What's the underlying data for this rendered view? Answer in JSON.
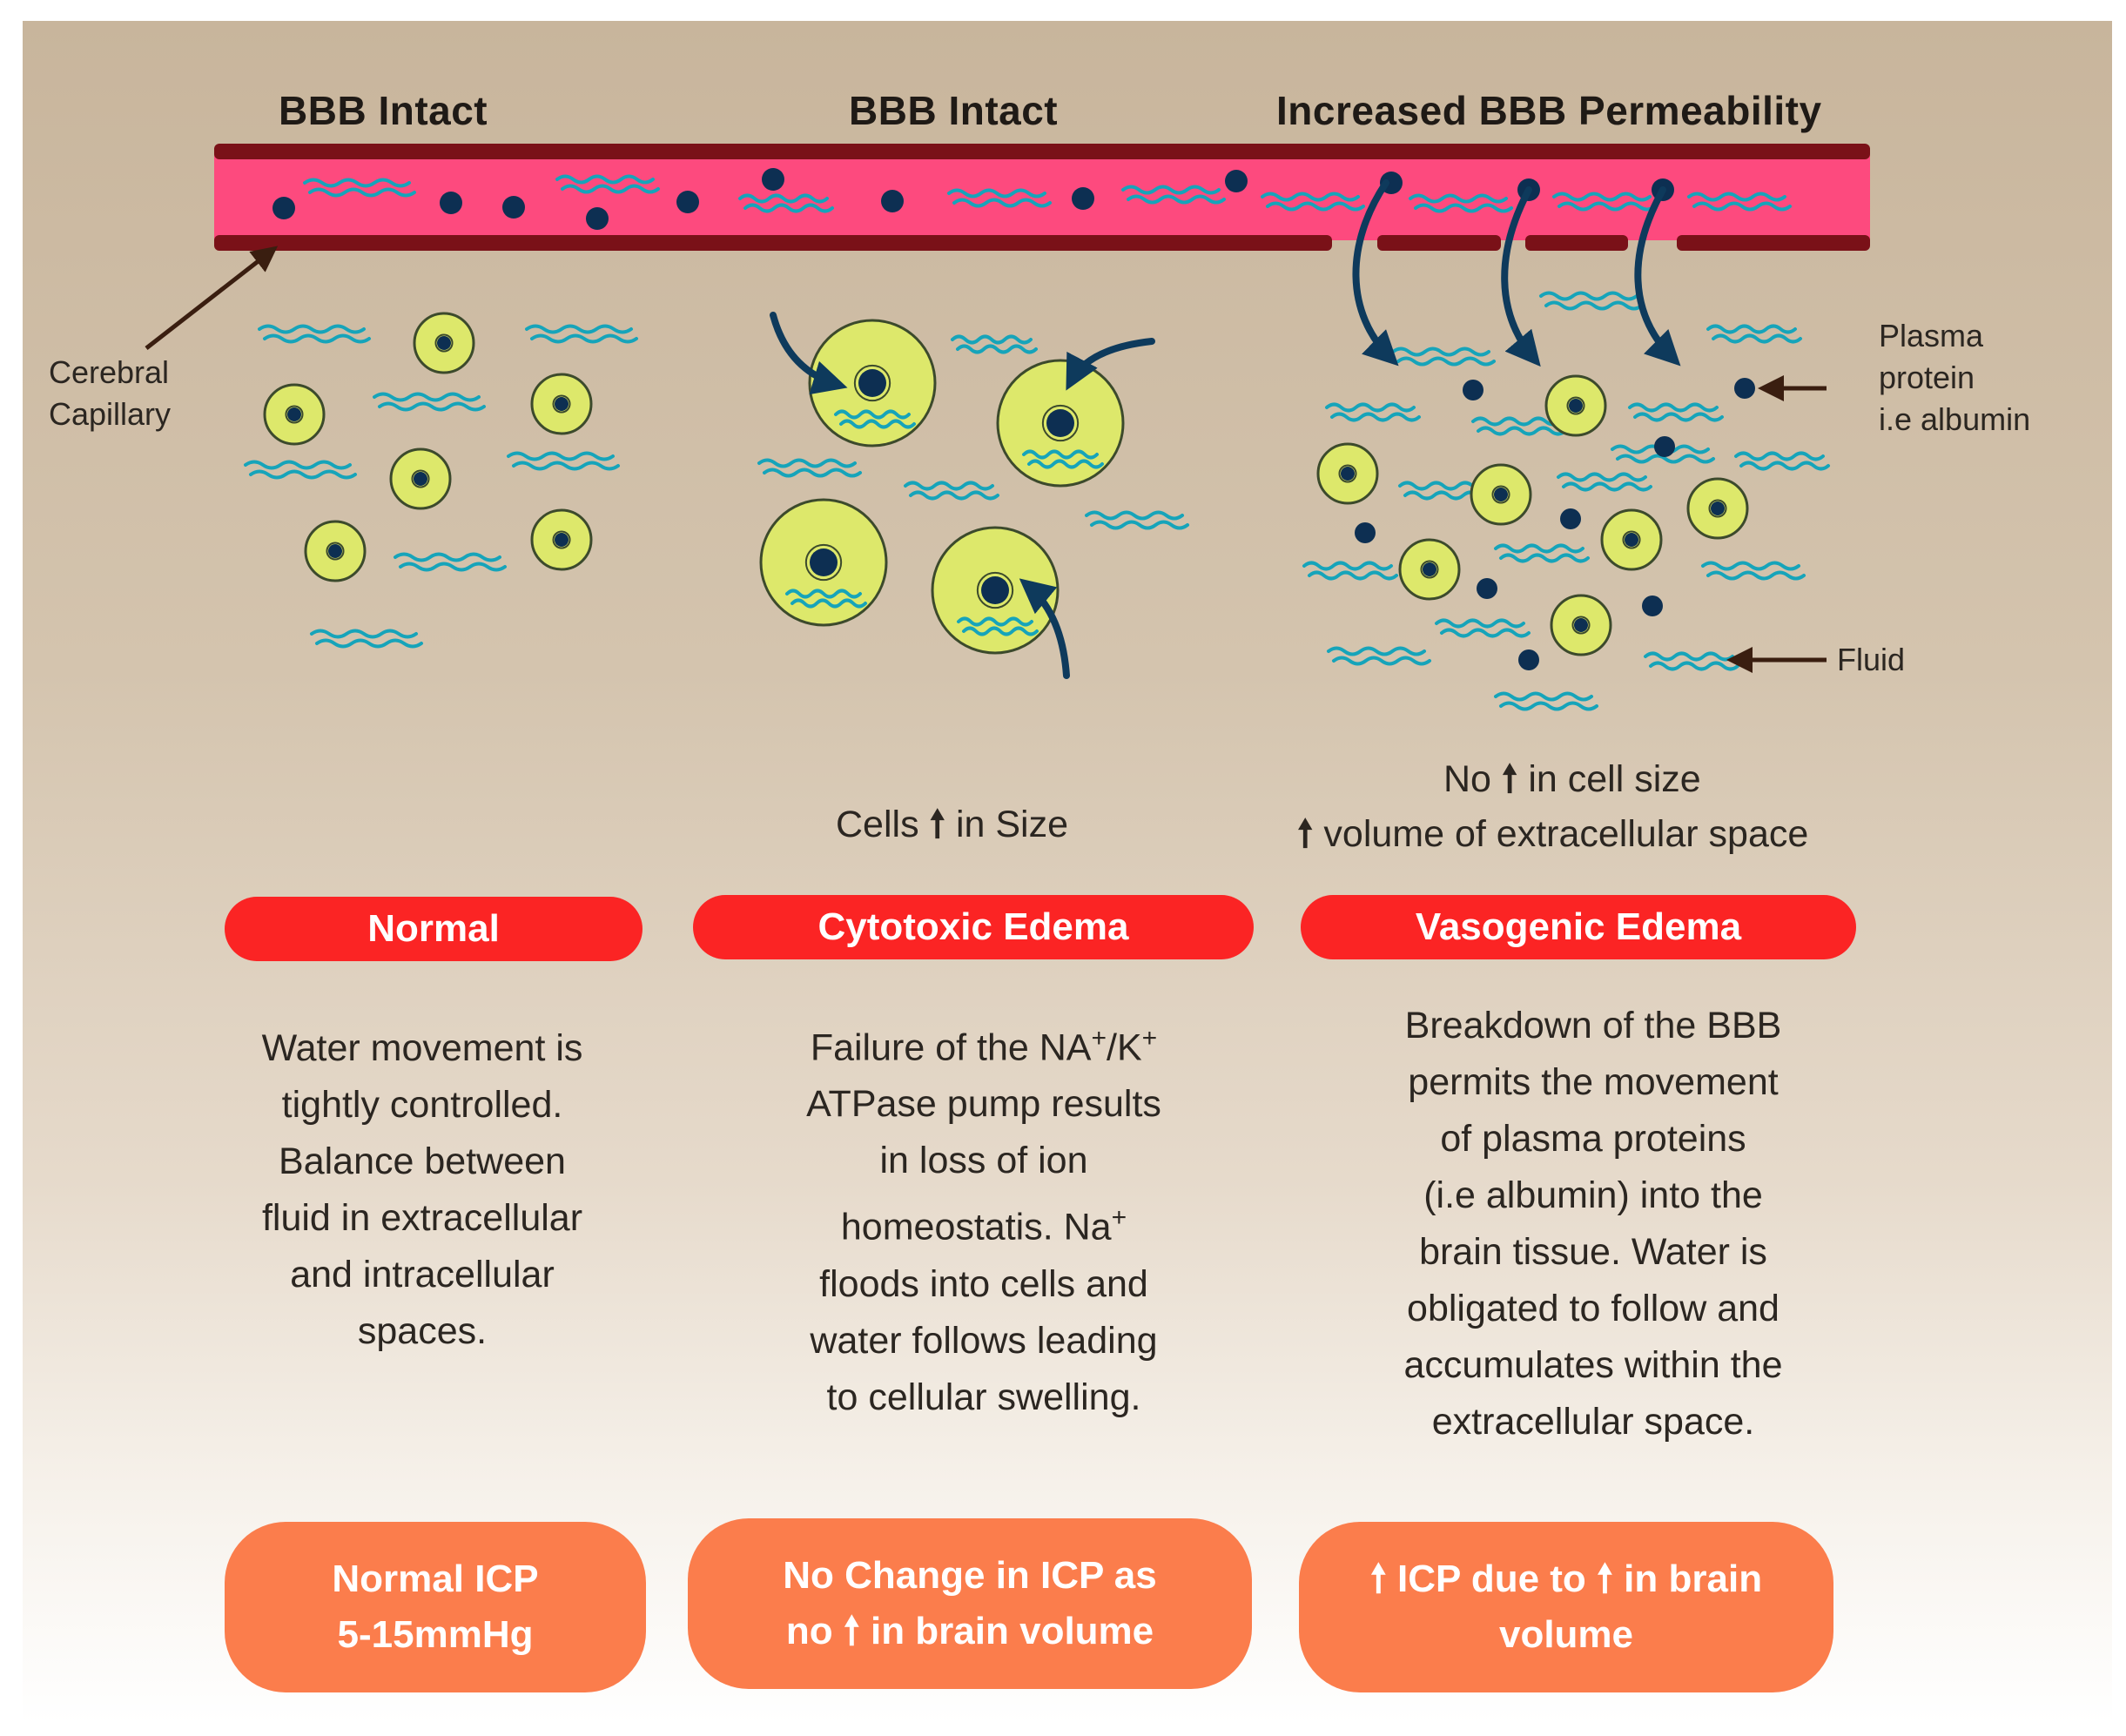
{
  "headers": {
    "left": "BBB Intact",
    "middle": "BBB Intact",
    "right": "Increased BBB Permeability"
  },
  "callouts": {
    "capillary_line1": "Cerebral",
    "capillary_line2": "Capillary",
    "protein_line1": "Plasma",
    "protein_line2": "protein",
    "protein_line3": "i.e albumin",
    "fluid": "Fluid"
  },
  "subtitles": {
    "cytotoxic": {
      "before": "Cells",
      "after": "in Size"
    },
    "vasogenic_line1": {
      "before": "No",
      "after": "in cell size"
    },
    "vasogenic_line2": {
      "after": "volume of extracellular space"
    },
    "up_arrow": "🠕"
  },
  "pills": {
    "normal": "Normal",
    "cytotoxic": "Cytotoxic Edema",
    "vasogenic": "Vasogenic Edema"
  },
  "descriptions": {
    "normal": [
      "Water movement is",
      "tightly controlled.",
      "Balance between",
      "fluid in extracellular",
      "and intracellular",
      "spaces."
    ],
    "cytotoxic": {
      "l1a": "Failure of the NA",
      "l1sup1": "+",
      "l1b": "/K",
      "l1sup2": "+",
      "l2": "ATPase pump results",
      "l3": "in loss of ion",
      "l4a": "homeostatis. Na",
      "l4sup": "+",
      "l5": "floods into cells and",
      "l6": "water follows leading",
      "l7": "to cellular swelling."
    },
    "vasogenic": [
      "Breakdown of the BBB",
      "permits the movement",
      "of plasma proteins",
      "(i.e albumin) into the",
      "brain tissue. Water is",
      "obligated to follow and",
      "accumulates within the",
      "extracellular space."
    ]
  },
  "outcomes": {
    "normal_line1": "Normal ICP",
    "normal_line2": "5-15mmHg",
    "cytotoxic_line1": "No Change in ICP as",
    "cytotoxic_line2_before": "no",
    "cytotoxic_line2_after": "in brain volume",
    "vasogenic_line1_mid": "ICP due to",
    "vasogenic_line1_after": "in brain",
    "vasogenic_line2": "volume"
  },
  "colors": {
    "vessel": "#fd4a7e",
    "vessel_wall": "#7a1118",
    "cell_fill": "#dde86b",
    "cell_border": "#3c4a2c",
    "nucleus": "#0d2f52",
    "fluid_wave": "#16a4ba",
    "arrow": "#0e3a5c",
    "pill_red": "#fb2424",
    "box_orange": "#fb7d4c"
  }
}
